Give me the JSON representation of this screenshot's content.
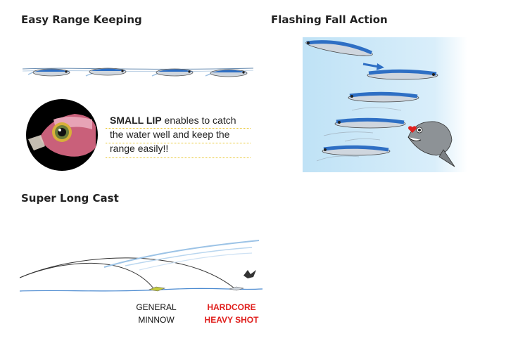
{
  "sections": {
    "range": {
      "title": "Easy Range Keeping"
    },
    "fall": {
      "title": "Flashing Fall Action"
    },
    "cast": {
      "title": "Super Long Cast"
    }
  },
  "lip_caption": {
    "strong": "SMALL LIP",
    "rest_line1": " enables to catch",
    "line2": "the water well and keep the",
    "line3": "range easily!!"
  },
  "cast_labels": {
    "general_line1": "GENERAL",
    "general_line2": "MINNOW",
    "hardcore_line1": "HARDCORE",
    "hardcore_line2": "HEAVY SHOT"
  },
  "colors": {
    "lure_blue": "#2e6fc4",
    "lure_silver": "#cfd6de",
    "water_panel": "#c8e6f7",
    "accent_red": "#e0201e",
    "dotted_yellow": "#e8c52a"
  }
}
